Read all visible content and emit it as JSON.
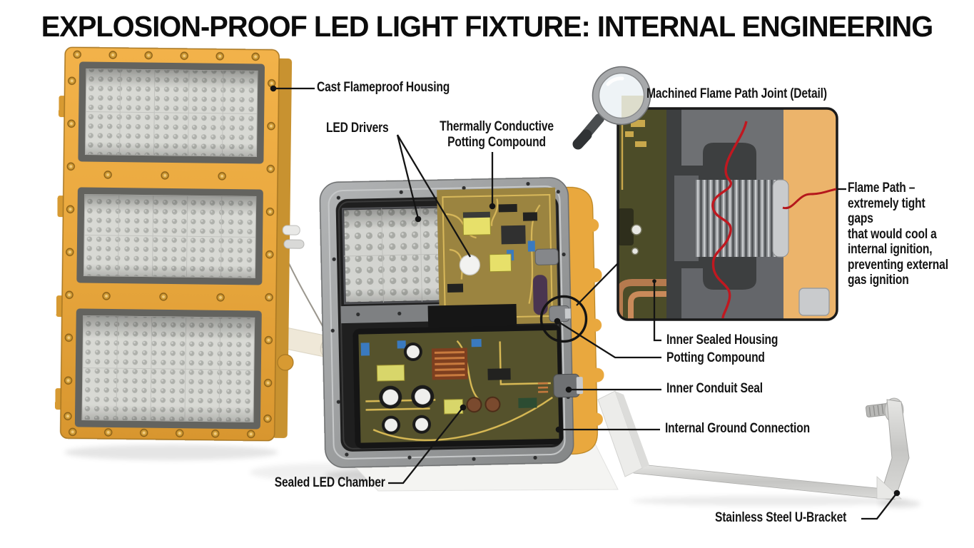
{
  "title": "EXPLOSION-PROOF LED LIGHT FIXTURE: INTERNAL ENGINEERING",
  "labels": {
    "cast_flameproof_housing": "Cast Flameproof Housing",
    "led_drivers": "LED Drivers",
    "thermally_conductive_potting": "Thermally Conductive\nPotting Compound",
    "machined_flame_path_joint": "Machined Flame Path Joint (Detail)",
    "flame_path_note": "Flame Path –\nextremely tight gaps\nthat would cool a\ninternal ignition,\npreventing external\ngas ignition",
    "inner_sealed_housing": "Inner Sealed Housing",
    "potting_compound": "Potting Compound",
    "inner_conduit_seal": "Inner Conduit Seal",
    "internal_ground_connection": "Internal Ground Connection",
    "sealed_led_chamber": "Sealed LED Chamber",
    "stainless_steel_u_bracket": "Stainless Steel U-Bracket"
  },
  "icons": {
    "magnifier": "magnifying-glass-icon"
  },
  "colors": {
    "housing_yellow": "#E9A83E",
    "housing_yellow_dark": "#C98E2E",
    "flame_red": "#C01820",
    "cast_gray": "#9A9C9D",
    "pcb_gold": "#9B8440",
    "label_text": "#141414",
    "background": "#FFFFFF"
  }
}
